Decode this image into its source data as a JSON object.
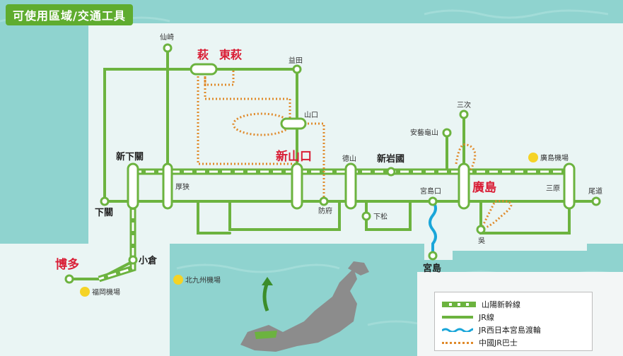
{
  "title": "可使用區域/交通工具",
  "colors": {
    "sea": "#8fd3cf",
    "land": "#eaf5f4",
    "jr_line": "#6cb33f",
    "bus": "#e08a2a",
    "ferry": "#1aa6d9",
    "station_red": "#d91e36",
    "title_bg": "#5fac2f"
  },
  "stations": {
    "senzaki": "仙崎",
    "hagi": "萩",
    "higashi_hagi": "東萩",
    "masuda": "益田",
    "yamaguchi": "山口",
    "shin_shimonoseki": "新下關",
    "shimonoseki": "下關",
    "asa": "厚狭",
    "shin_yamaguchi": "新山口",
    "tokuyama": "德山",
    "shin_iwakuni": "新岩國",
    "bofu": "防府",
    "shimomatsu": "下松",
    "aki_kameyama": "安藝龜山",
    "miyoshi": "三次",
    "miyajimaguchi": "宮島口",
    "miyajima": "宮島",
    "hiroshima": "廣島",
    "hiroshima_airport": "廣島機場",
    "mihara": "三原",
    "onomichi": "尾道",
    "kure": "吳",
    "hakata": "博多",
    "kokura": "小倉",
    "fukuoka_airport": "福岡機場",
    "kitakyushu_airport": "北九州機場"
  },
  "legend": {
    "shinkansen": "山陽新幹線",
    "jr_line": "JR線",
    "ferry": "JR西日本宮島渡輪",
    "bus": "中國JR巴士"
  }
}
